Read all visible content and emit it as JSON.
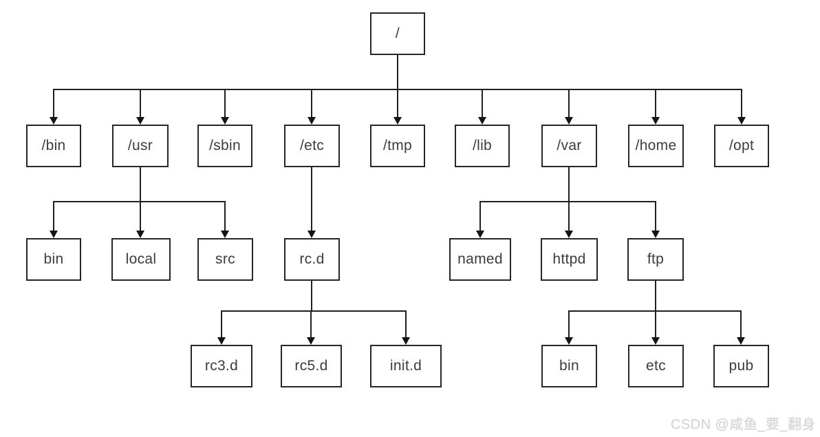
{
  "tree": {
    "label": "/",
    "children": [
      {
        "label": "/bin"
      },
      {
        "label": "/usr",
        "children": [
          {
            "label": "bin"
          },
          {
            "label": "local"
          },
          {
            "label": "src"
          }
        ]
      },
      {
        "label": "/sbin"
      },
      {
        "label": "/etc",
        "children": [
          {
            "label": "rc.d",
            "children": [
              {
                "label": "rc3.d"
              },
              {
                "label": "rc5.d"
              },
              {
                "label": "init.d"
              }
            ]
          }
        ]
      },
      {
        "label": "/tmp"
      },
      {
        "label": "/lib"
      },
      {
        "label": "/var",
        "children": [
          {
            "label": "named"
          },
          {
            "label": "httpd"
          },
          {
            "label": "ftp",
            "children": [
              {
                "label": "bin"
              },
              {
                "label": "etc"
              },
              {
                "label": "pub"
              }
            ]
          }
        ]
      },
      {
        "label": "/home"
      },
      {
        "label": "/opt"
      }
    ]
  },
  "watermark": {
    "text": "CSDN @咸鱼_要_翻身"
  }
}
